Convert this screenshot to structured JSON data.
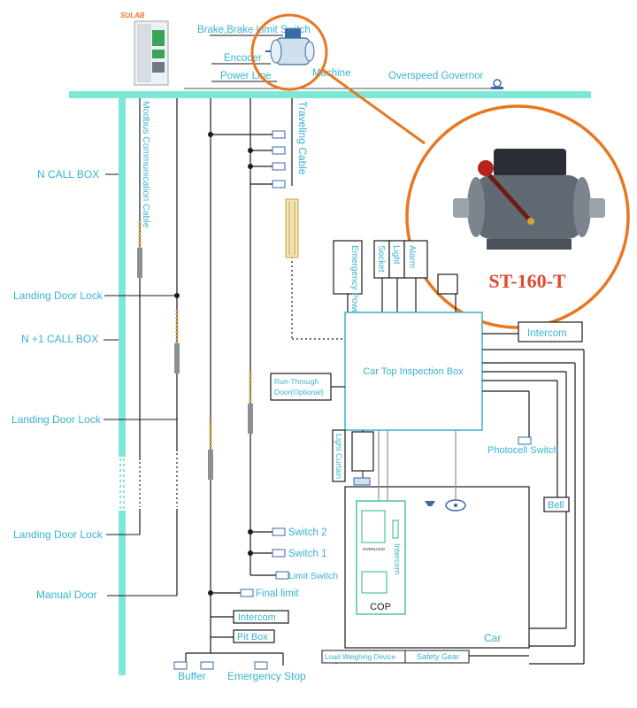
{
  "brand": {
    "logo_text": "SULAB"
  },
  "colors": {
    "trunk": "#7ee8d6",
    "label": "#36b3d1",
    "callout": "#e87722",
    "wire": "#1a1a1a",
    "cop_frame": "#4fc3a1"
  },
  "top": {
    "brake_switch": "Brake,Brake Limit Switch",
    "encoder": "Encoder",
    "power_line": "Power Line",
    "machine": "Machine",
    "overspeed_governor": "Overspeed Governor"
  },
  "callout": {
    "model": "ST-160-T"
  },
  "left_labels": {
    "n_call_box": "N CALL BOX",
    "landing_door_lock_1": "Landing Door Lock",
    "n_plus_1_call_box": "N +1 CALL BOX",
    "landing_door_lock_2": "Landing Door Lock",
    "landing_door_lock_3": "Landing Door Lock",
    "manual_door": "Manual Door"
  },
  "cables": {
    "modbus": "Modbus Communication Cable",
    "traveling": "Traveling Cable"
  },
  "car_top": {
    "emergency_power": "Emergency Power",
    "socket": "Socket",
    "light": "Light",
    "alarm": "Alarm",
    "intercom": "Intercom",
    "inspection_box": "Car Top Inspection Box",
    "run_through_line1": "Run-Through",
    "run_through_line2": "Door(Optional)",
    "light_curtain": "Light Curtain",
    "photocell_switch": "Photocell Switch",
    "bell": "Bell"
  },
  "shaft": {
    "switch_2": "Switch 2",
    "switch_1": "Switch 1",
    "limit_switch": "Limit Switch",
    "final_limit": "Final limit",
    "intercom": "Intercom",
    "pit_box": "Pit Box",
    "buffer": "Buffer",
    "emergency_stop": "Emergency Stop"
  },
  "car": {
    "car_label": "Car",
    "cop_label": "COP",
    "cop_intercom": "Intercom",
    "overload": "OVERLOAD",
    "load_weighing": "Load Weighing Device",
    "safety_gear": "Safety Gear"
  }
}
